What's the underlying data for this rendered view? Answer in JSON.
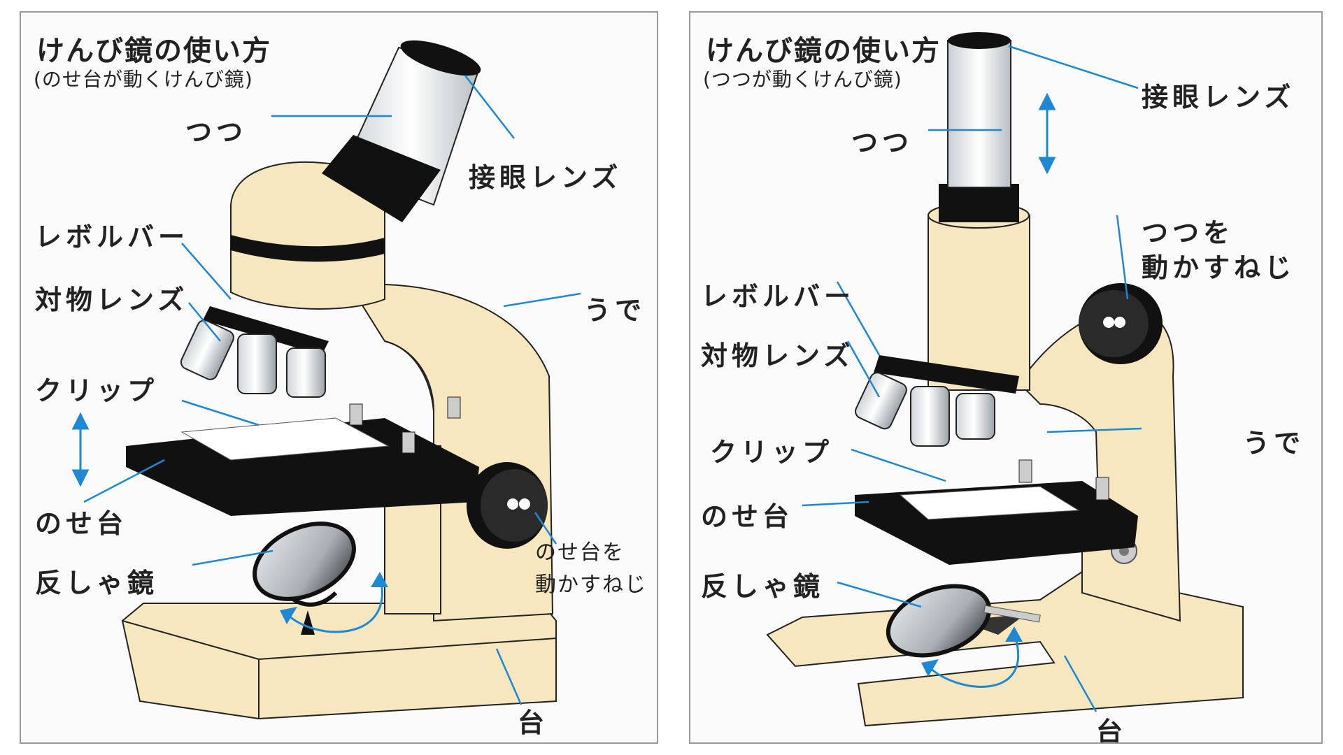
{
  "panels": [
    {
      "title": "けんび鏡の使い方",
      "subtitle": "(のせ台が動くけんび鏡)",
      "labels": {
        "tube": "つつ",
        "eyepiece": "接眼レンズ",
        "revolver": "レボルバー",
        "objective": "対物レンズ",
        "arm": "うで",
        "clip": "クリップ",
        "stage": "のせ台",
        "mirror": "反しゃ鏡",
        "knob_line1": "のせ台を",
        "knob_line2": "動かすねじ",
        "base": "台"
      }
    },
    {
      "title": "けんび鏡の使い方",
      "subtitle": "(つつが動くけんび鏡)",
      "labels": {
        "eyepiece": "接眼レンズ",
        "tube": "つつ",
        "knob_line1": "つつを",
        "knob_line2": "動かすねじ",
        "revolver": "レボルバー",
        "objective": "対物レンズ",
        "arm": "うで",
        "clip": "クリップ",
        "stage": "のせ台",
        "mirror": "反しゃ鏡",
        "base": "台"
      }
    }
  ],
  "colors": {
    "body": "#f6e7bf",
    "outline": "#222222",
    "black_parts": "#111111",
    "leader_line": "#1e88d4",
    "metal": "#dfe3e6"
  }
}
